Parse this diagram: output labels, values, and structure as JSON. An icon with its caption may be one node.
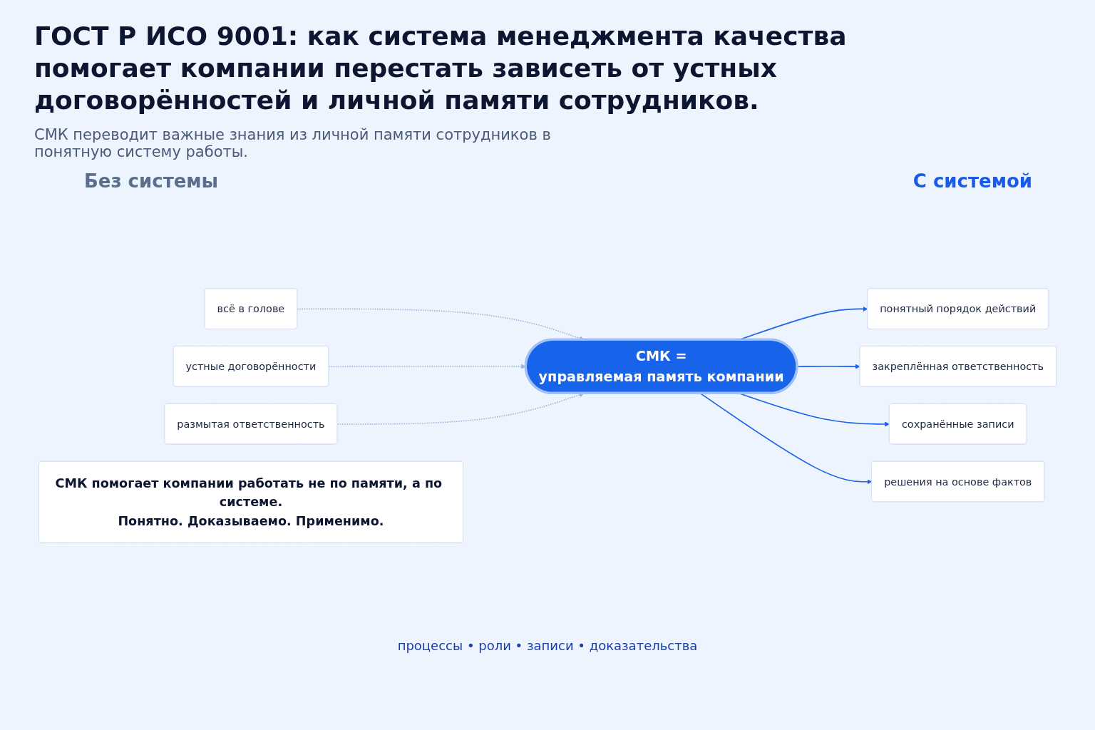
{
  "diagram": {
    "title": "ГОСТ Р ИСО 9001: как система менеджмента качества помогает компании перестать зависеть от устных договорённостей и личной памяти сотрудников.",
    "nodes": [
      {
        "text": [
          "всё в голове"
        ]
      },
      {
        "text": [
          "устные договорённости"
        ]
      },
      {
        "text": [
          "размытая ответственность"
        ]
      },
      {
        "text": [
          "СМК =",
          "управляемая память компании"
        ]
      },
      {
        "text": [
          "понятный порядок действий"
        ]
      },
      {
        "text": [
          "закреплённая ответственность"
        ]
      },
      {
        "text": [
          "сохранённые записи"
        ]
      },
      {
        "text": [
          "решения на основе фактов"
        ]
      },
      {
        "text": [
          "СМК помогает компании работать не по памяти, а по системе.",
          "Понятно. Доказываемо. Применимо."
        ]
      }
    ],
    "edges": [
      {
        "from": 0,
        "to": 3,
        "arrow": "to",
        "style": "dashed",
        "color": "#9db6dc"
      },
      {
        "from": 1,
        "to": 3,
        "arrow": "to",
        "style": "dashed",
        "color": "#9db6dc"
      },
      {
        "from": 2,
        "to": 3,
        "arrow": "to",
        "style": "dashed",
        "color": "#9db6dc"
      },
      {
        "from": 3,
        "to": 4,
        "arrow": "to"
      },
      {
        "from": 3,
        "to": 5,
        "arrow": "to"
      },
      {
        "from": 3,
        "to": 6,
        "arrow": "to"
      },
      {
        "from": 3,
        "to": 7,
        "arrow": "to"
      }
    ],
    "labels": [
      "СМК переводит важные знания из личной памяти сотрудников в понятную систему работы.",
      "Без системы",
      "С системой",
      "процессы • роли • записи • доказательства"
    ]
  }
}
